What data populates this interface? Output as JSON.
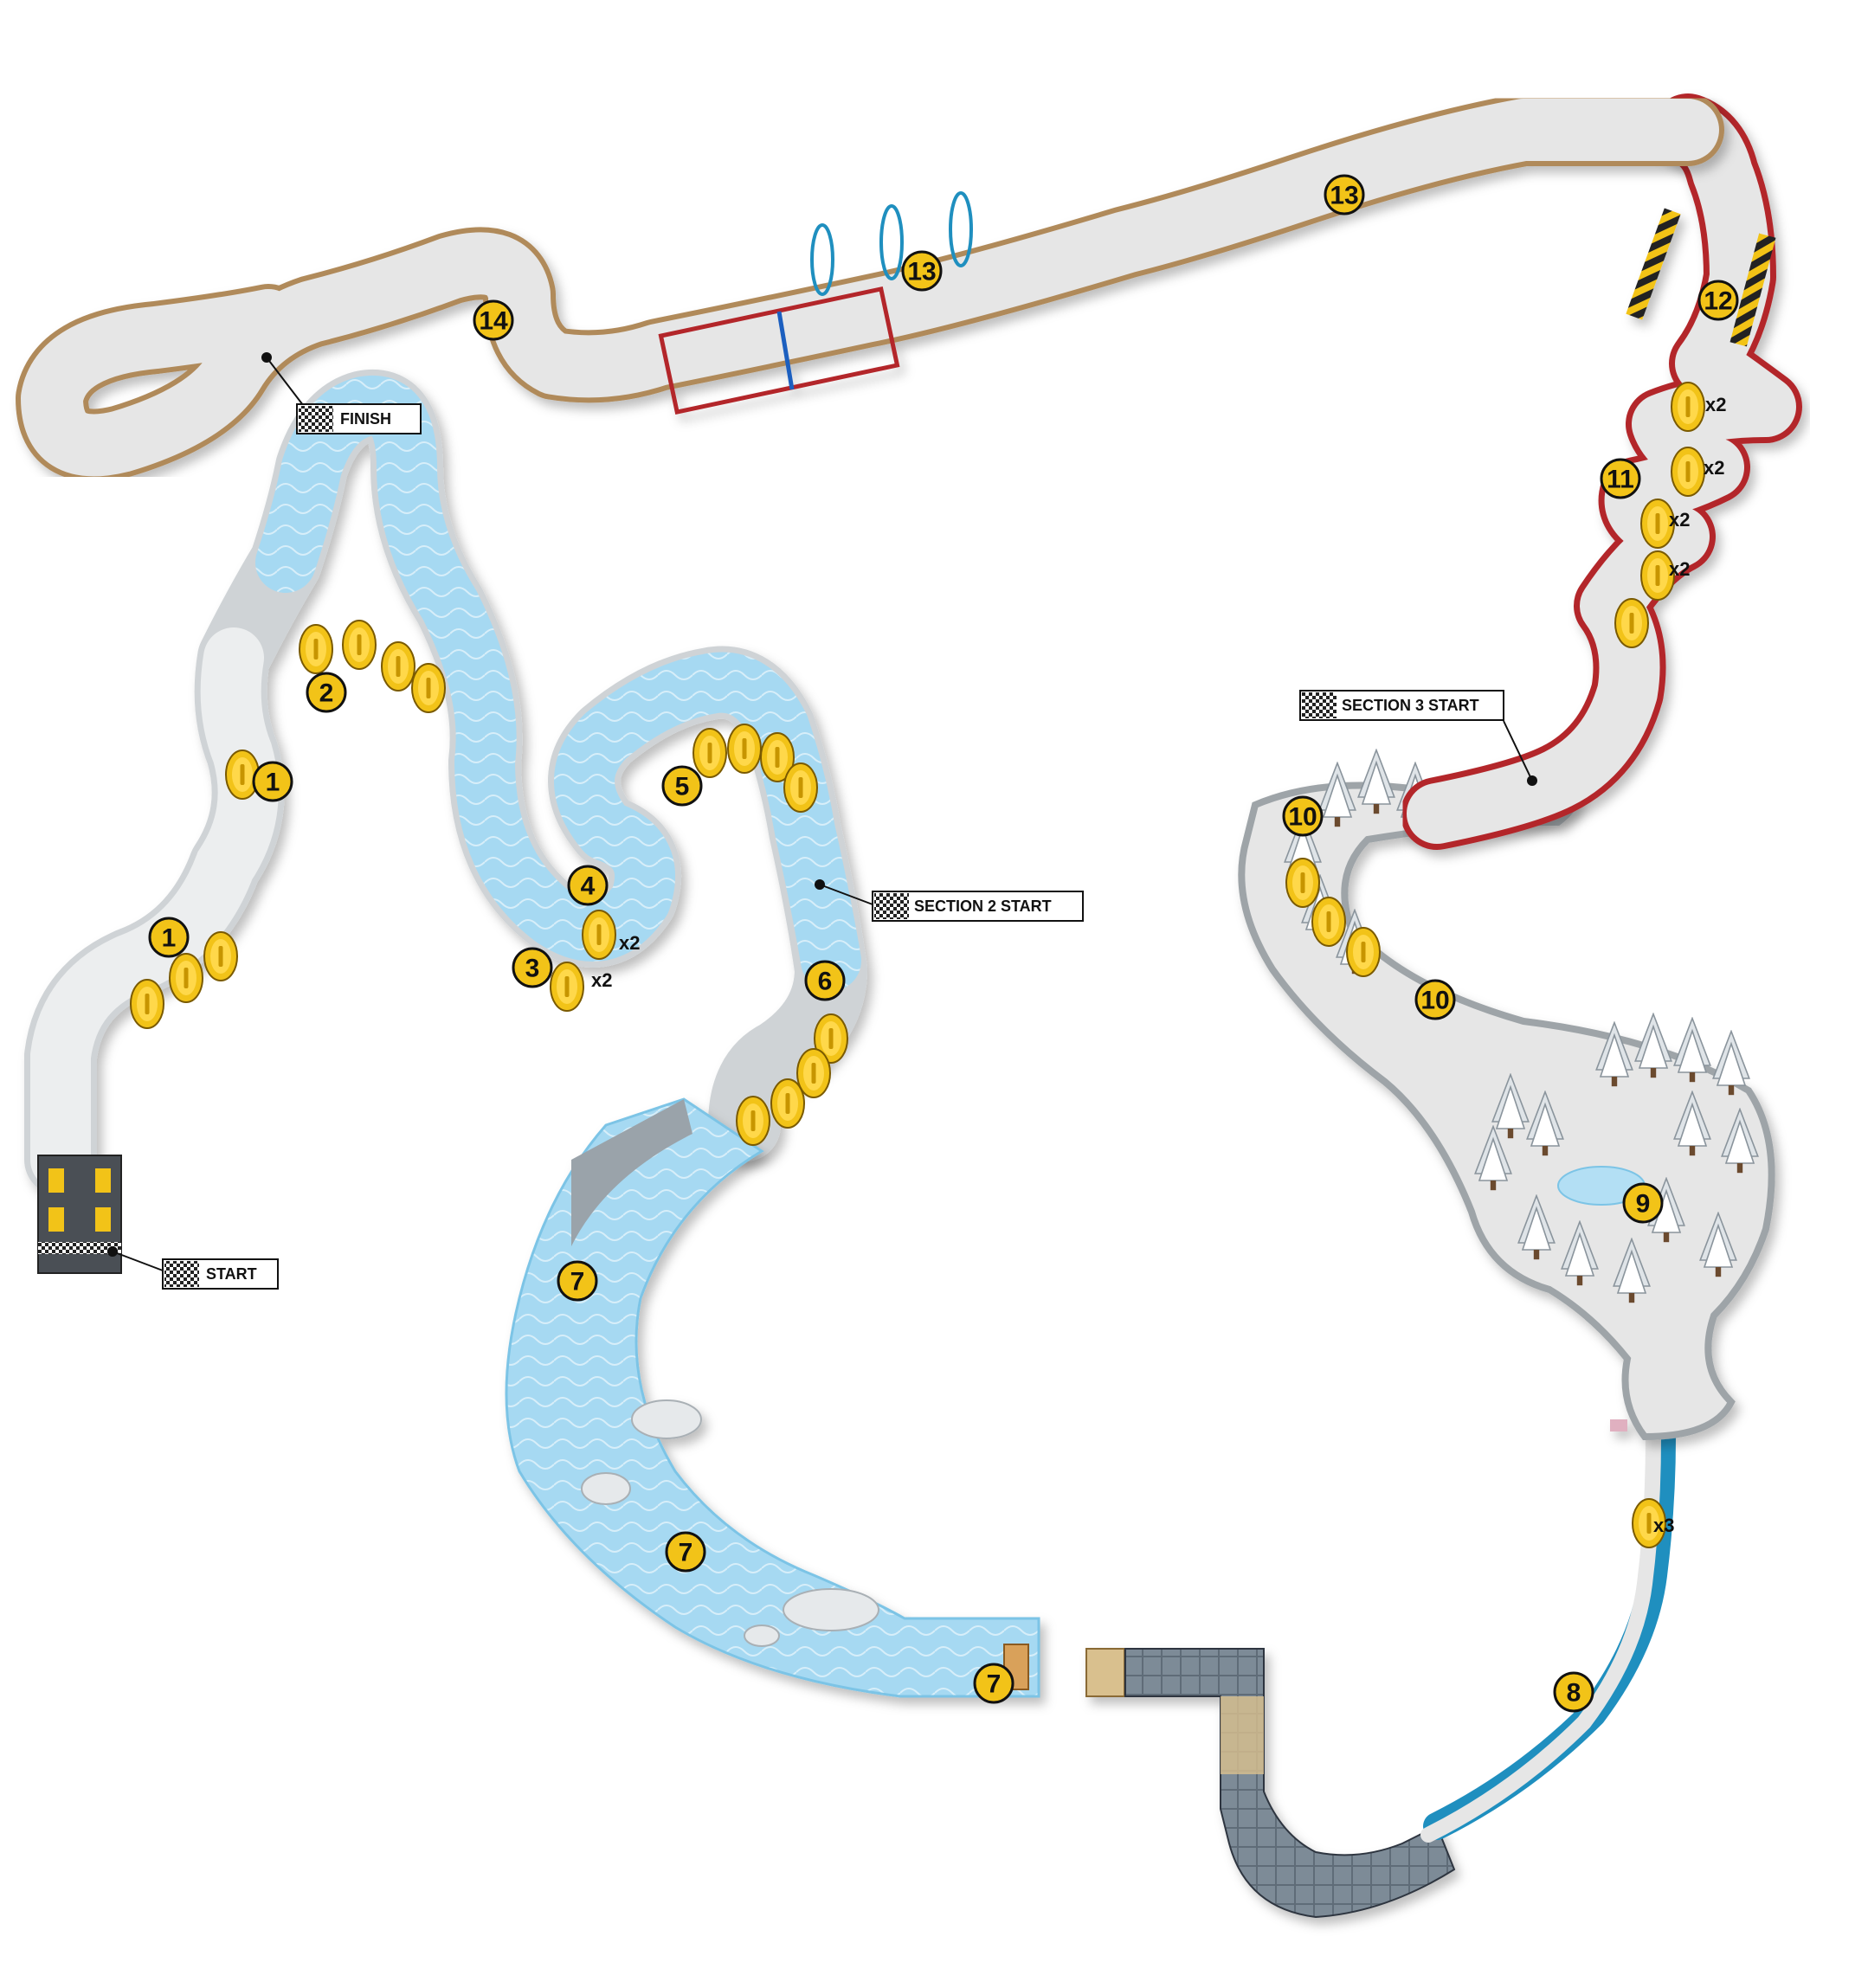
{
  "callouts": {
    "start": "START",
    "section2": "SECTION 2 START",
    "section3": "SECTION 3 START",
    "finish": "FINISH"
  },
  "markers": [
    "1",
    "1",
    "2",
    "3",
    "4",
    "5",
    "6",
    "7",
    "7",
    "7",
    "8",
    "9",
    "10",
    "10",
    "11",
    "12",
    "13",
    "13",
    "14"
  ],
  "multipliers": [
    "x2",
    "x2",
    "x3",
    "x2",
    "x2",
    "x2",
    "x2"
  ],
  "colors": {
    "ice": "#b3dff4",
    "snow_track": "#e6e6e6",
    "track_edge": "#b5b5b5",
    "marker_fill": "#f2c318",
    "coin": "#f2c318",
    "rail_red": "#b3282c",
    "water_dark": "#1f8fbf"
  }
}
